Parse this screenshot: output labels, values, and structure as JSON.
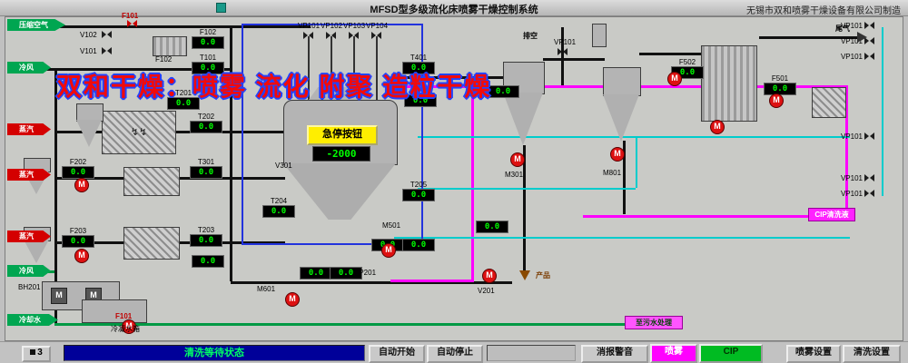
{
  "title_bar": {
    "title": "MFSD型多级流化床喷雾干燥控制系统",
    "manufacturer": "无锡市双和喷雾干燥设备有限公司制造"
  },
  "watermark": {
    "text": "双和干燥：喷雾 流化 附聚 造粒干燥"
  },
  "inlets": [
    {
      "label": "压缩空气"
    },
    {
      "label": "冷风"
    },
    {
      "label": "蒸汽"
    },
    {
      "label": "蒸汽"
    },
    {
      "label": "蒸汽"
    },
    {
      "label": "冷风"
    },
    {
      "label": "冷却水"
    }
  ],
  "displays": [
    {
      "label": "F102",
      "value": "0.0"
    },
    {
      "label": "T101",
      "value": "0.0"
    },
    {
      "label": "T201",
      "value": "0.0"
    },
    {
      "label": "T202",
      "value": "0.0"
    },
    {
      "label": "F202",
      "value": "0.0"
    },
    {
      "label": "T301",
      "value": "0.0"
    },
    {
      "label": "F203",
      "value": "0.0"
    },
    {
      "label": "T203",
      "value": "0.0"
    },
    {
      "label": "",
      "value": "0.0"
    },
    {
      "label": "T204",
      "value": "0.0"
    },
    {
      "label": "T401",
      "value": "0.0"
    },
    {
      "label": "",
      "value": "0.0"
    },
    {
      "label": "T205",
      "value": "0.0"
    },
    {
      "label": "",
      "value": "0.0"
    },
    {
      "label": "",
      "value": "0.0"
    },
    {
      "label": "",
      "value": "0.0"
    },
    {
      "label": "",
      "value": "0.0"
    },
    {
      "label": "",
      "value": "0.0"
    },
    {
      "label": "F502",
      "value": "0.0"
    },
    {
      "label": "F501",
      "value": "0.0"
    },
    {
      "label": "",
      "value": "0.0"
    }
  ],
  "tags": [
    {
      "text": "V102"
    },
    {
      "text": "V101"
    },
    {
      "text": "F101"
    },
    {
      "text": "F102"
    },
    {
      "text": "V301"
    },
    {
      "text": "M501"
    },
    {
      "text": "VP201"
    },
    {
      "text": "M301"
    },
    {
      "text": "M801"
    },
    {
      "text": "V201"
    },
    {
      "text": "M601"
    },
    {
      "text": "F101"
    },
    {
      "text": "BH201"
    },
    {
      "text": "冷凝水箱"
    },
    {
      "text": "排空"
    },
    {
      "text": "VP101"
    },
    {
      "text": "尾气"
    },
    {
      "text": "产品"
    }
  ],
  "top_valves": [
    {
      "label": "VP101"
    },
    {
      "label": "VP102"
    },
    {
      "label": "VP103"
    },
    {
      "label": "VP104"
    }
  ],
  "right_valves": [
    {
      "label": "VP101"
    },
    {
      "label": "VP101"
    },
    {
      "label": "VP101"
    },
    {
      "label": "VP101"
    },
    {
      "label": "VP101"
    },
    {
      "label": "VP101"
    }
  ],
  "dryer": {
    "emergency_button": "急停按钮",
    "level_display": "-2000"
  },
  "outlets": {
    "cip_box": "CIP清洗液",
    "drain_box": "至污水处理"
  },
  "pump": {
    "label": "M"
  },
  "bottom_bar": {
    "led": "3",
    "status": "清洗等待状态",
    "buttons": [
      {
        "label": "自动开始"
      },
      {
        "label": "自动停止"
      },
      {
        "label": "消报警音"
      },
      {
        "label": "喷雾"
      },
      {
        "label": "CIP"
      },
      {
        "label": "喷雾设置"
      },
      {
        "label": "清洗设置"
      }
    ]
  }
}
